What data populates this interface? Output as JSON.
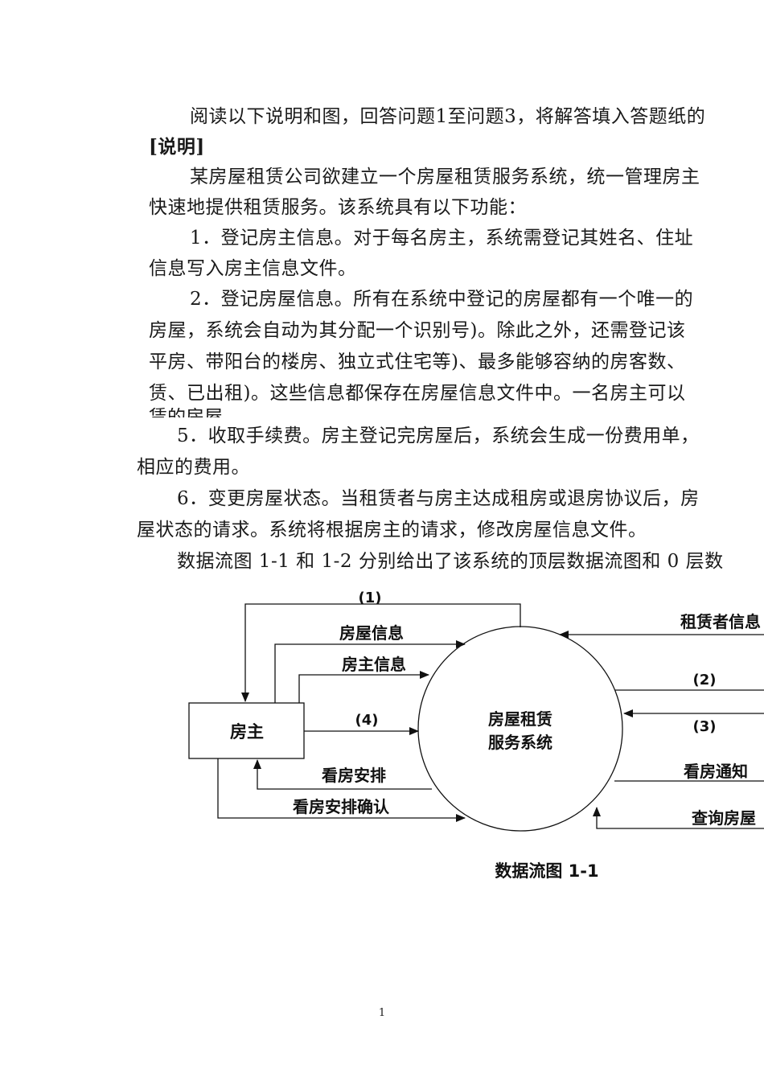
{
  "document": {
    "paragraphs": {
      "p1": "阅读以下说明和图，回答问题1至问题3，将解答填入答题纸的",
      "heading": "[说明]",
      "p2a": "某房屋租赁公司欲建立一个房屋租赁服务系统，统一管理房主",
      "p2b": "快速地提供租赁服务。该系统具有以下功能：",
      "p3a": "1．登记房主信息。对于每名房主，系统需登记其姓名、住址",
      "p3b": "信息写入房主信息文件。",
      "p4a": "2．登记房屋信息。所有在系统中登记的房屋都有一个唯一的",
      "p4b": "房屋，系统会自动为其分配一个识别号)。除此之外，还需登记该",
      "p4c": "平房、带阳台的楼房、独立式住宅等)、最多能够容纳的房客数、",
      "p4d": "赁、已出租)。这些信息都保存在房屋信息文件中。一名房主可以",
      "p4e": "赁的房屋",
      "p5a": "5．收取手续费。房主登记完房屋后，系统会生成一份费用单，",
      "p5b": "相应的费用。",
      "p6a": "6．变更房屋状态。当租赁者与房主达成租房或退房协议后，房",
      "p6b": "屋状态的请求。系统将根据房主的请求，修改房屋信息文件。",
      "p7": "数据流图 1-1 和 1-2 分别给出了该系统的顶层数据流图和 0 层数"
    },
    "page_number": "1"
  },
  "diagram": {
    "entity_landlord": "房主",
    "process_line1": "房屋租赁",
    "process_line2": "服务系统",
    "flows": {
      "f1": "(1)",
      "house_info": "房屋信息",
      "landlord_info": "房主信息",
      "f4": "(4)",
      "viewing_arrangement": "看房安排",
      "viewing_confirm": "看房安排确认",
      "renter_info": "租赁者信息",
      "f2": "(2)",
      "f3": "(3)",
      "viewing_notice": "看房通知",
      "query_house": "查询房屋"
    },
    "caption": "数据流图 1-1"
  }
}
